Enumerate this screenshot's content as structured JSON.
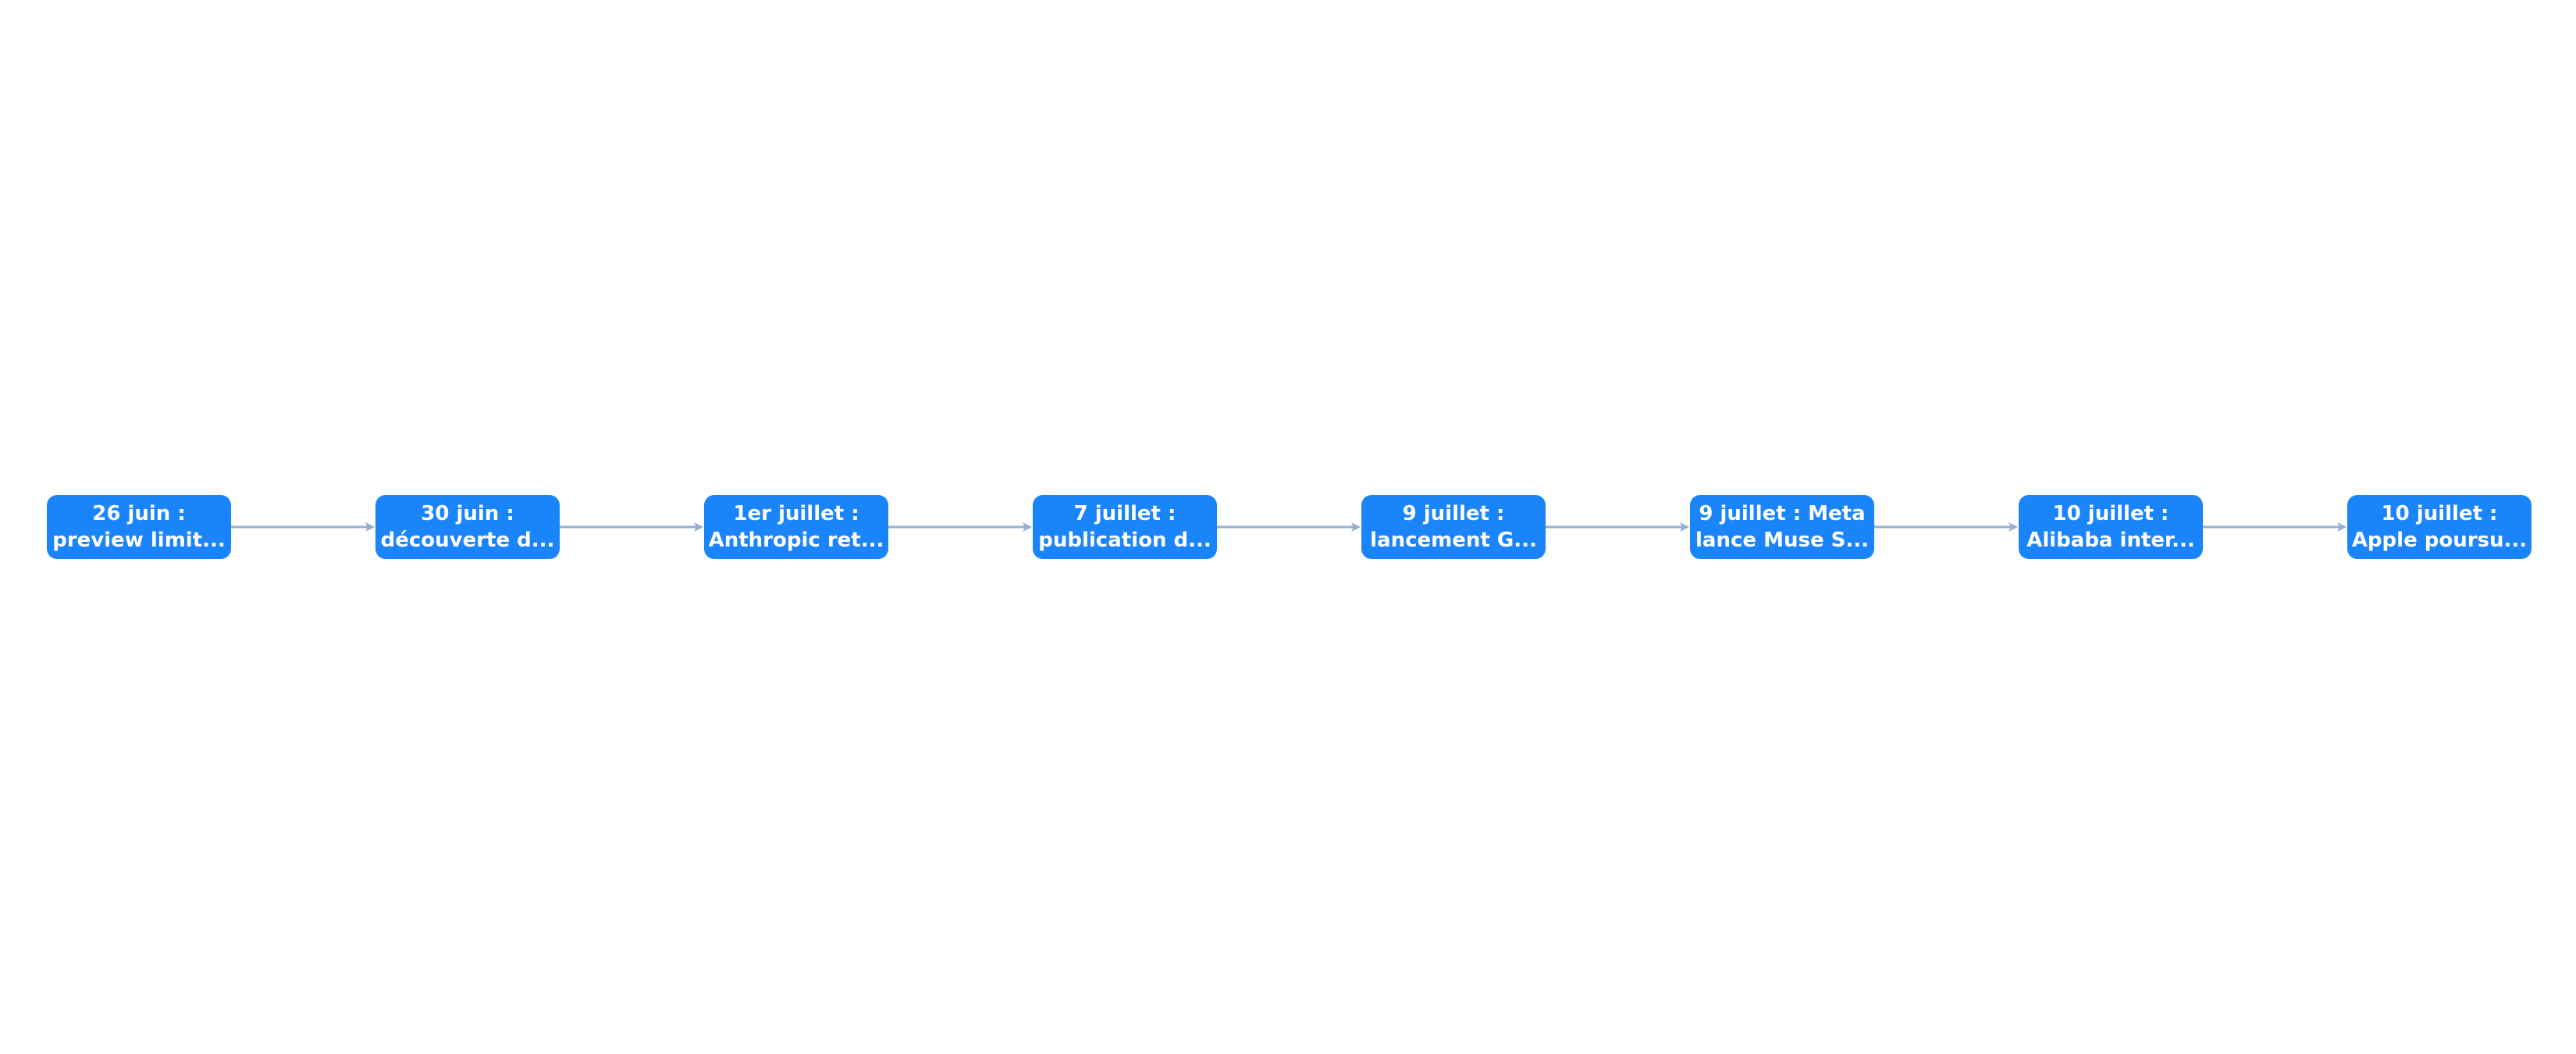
{
  "colors": {
    "node_fill": "#1a84fb",
    "node_text": "#ffffff",
    "edge": "#94aed3",
    "background": "#ffffff"
  },
  "timeline": {
    "nodes": [
      {
        "line1": "26 juin :",
        "line2": "preview limit..."
      },
      {
        "line1": "30 juin :",
        "line2": "découverte d..."
      },
      {
        "line1": "1er juillet :",
        "line2": "Anthropic ret..."
      },
      {
        "line1": "7 juillet :",
        "line2": "publication d..."
      },
      {
        "line1": "9 juillet :",
        "line2": "lancement G..."
      },
      {
        "line1": "9 juillet : Meta",
        "line2": "lance Muse S..."
      },
      {
        "line1": "10 juillet :",
        "line2": "Alibaba inter..."
      },
      {
        "line1": "10 juillet :",
        "line2": "Apple poursu..."
      }
    ]
  }
}
